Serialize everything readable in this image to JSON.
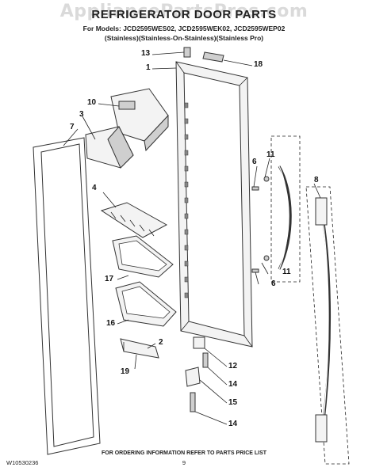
{
  "watermark": "AppliancePartsPros.com",
  "header": {
    "title": "REFRIGERATOR DOOR PARTS",
    "models_line1": "For Models: JCD2595WES02, JCD2595WEK02, JCD2595WEP02",
    "models_line2": "(Stainless)(Stainless-On-Stainless)(Stainless Pro)"
  },
  "callouts": {
    "c1": "1",
    "c3": "3",
    "c4": "4",
    "c6a": "6",
    "c6b": "6",
    "c7": "7",
    "c8": "8",
    "c10": "10",
    "c11a": "11",
    "c11b": "11",
    "c12": "12",
    "c13": "13",
    "c14a": "14",
    "c14b": "14",
    "c15": "15",
    "c16": "16",
    "c17": "17",
    "c18": "18",
    "c19": "19",
    "c2": "2"
  },
  "footer": {
    "ordering_note": "FOR ORDERING INFORMATION REFER TO PARTS PRICE LIST",
    "doc_number": "W10530236",
    "page_number": "9"
  }
}
